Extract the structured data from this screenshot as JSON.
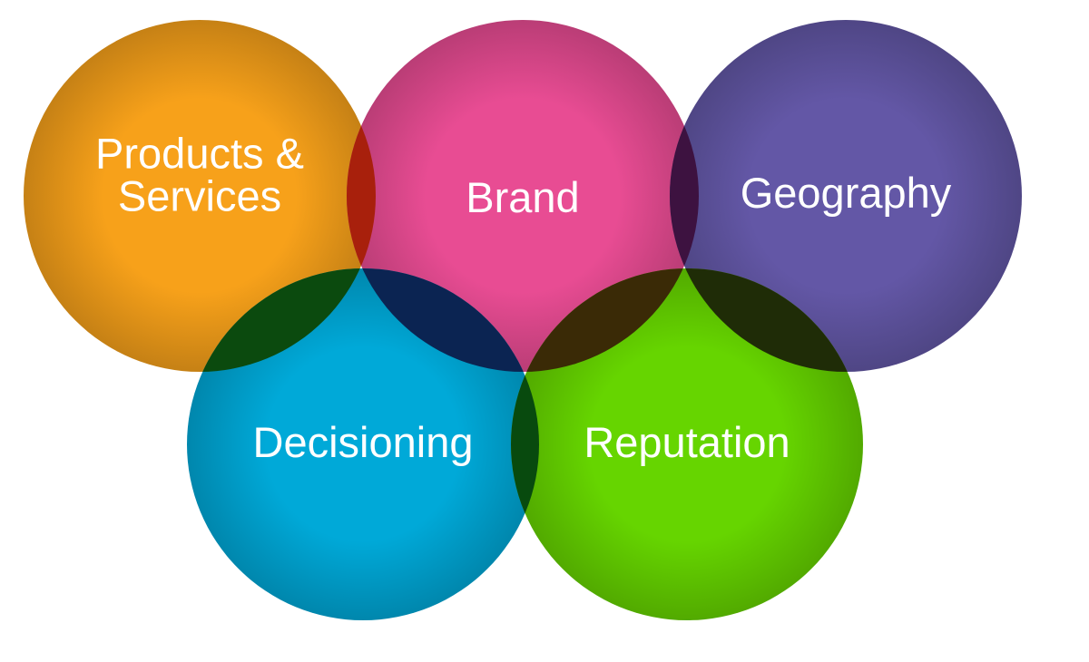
{
  "circles": [
    {
      "id": "products-services",
      "lines": [
        "Products &",
        "Services"
      ],
      "color": "#F7A11A"
    },
    {
      "id": "brand",
      "lines": [
        "Brand"
      ],
      "color": "#E84C93"
    },
    {
      "id": "geography",
      "lines": [
        "Geography"
      ],
      "color": "#6357A6"
    },
    {
      "id": "decisioning",
      "lines": [
        "Decisioning"
      ],
      "color": "#00A9D8"
    },
    {
      "id": "reputation",
      "lines": [
        "Reputation"
      ],
      "color": "#66D500"
    }
  ],
  "overlaps": [
    {
      "a": "products-services",
      "b": "brand",
      "color": "#A8200C"
    },
    {
      "a": "brand",
      "b": "geography",
      "color": "#3D1240"
    },
    {
      "a": "products-services",
      "b": "decisioning",
      "color": "#0B4A0E"
    },
    {
      "a": "brand",
      "b": "decisioning",
      "color": "#0B2452"
    },
    {
      "a": "brand",
      "b": "reputation",
      "color": "#3A2A06"
    },
    {
      "a": "geography",
      "b": "reputation",
      "color": "#1F2C07"
    },
    {
      "a": "decisioning",
      "b": "reputation",
      "color": "#084A0E"
    }
  ]
}
